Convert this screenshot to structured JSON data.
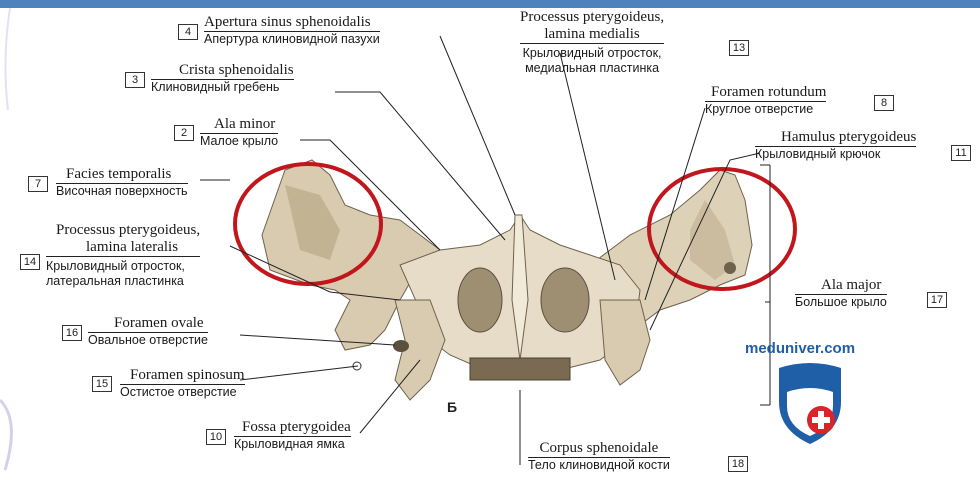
{
  "labels": [
    {
      "id": "4",
      "latin": "Apertura sinus sphenoidalis",
      "russian": "Апертура клиновидной пазухи"
    },
    {
      "id": "3",
      "latin": "Crista sphenoidalis",
      "russian": "Клиновидный гребень"
    },
    {
      "id": "2",
      "latin": "Ala minor",
      "russian": "Малое крыло"
    },
    {
      "id": "7",
      "latin": "Facies temporalis",
      "russian": "Височная поверхность"
    },
    {
      "id": "14",
      "latin": "Processus pterygoideus,",
      "latin2": "lamina lateralis",
      "russian": "Крыловидный отросток,",
      "russian2": "латеральная пластинка"
    },
    {
      "id": "16",
      "latin": "Foramen ovale",
      "russian": "Овальное отверстие"
    },
    {
      "id": "15",
      "latin": "Foramen spinosum",
      "russian": "Остистое отверстие"
    },
    {
      "id": "10",
      "latin": "Fossa pterygoidea",
      "russian": "Крыловидная ямка"
    },
    {
      "id": "13",
      "latin": "Processus pterygoideus,",
      "latin2": "lamina medialis",
      "russian": "Крыловидный отросток,",
      "russian2": "медиальная пластинка"
    },
    {
      "id": "8",
      "latin": "Foramen rotundum",
      "russian": "Круглое отверстие"
    },
    {
      "id": "11",
      "latin": "Hamulus pterygoideus",
      "russian": "Крыловидный крючок"
    },
    {
      "id": "17",
      "latin": "Ala major",
      "russian": "Большое крыло"
    },
    {
      "id": "18",
      "latin": "Corpus sphenoidale",
      "russian": "Тело клиновидной кости"
    }
  ],
  "view_letter": "Б",
  "watermark": "meduniver.com",
  "colors": {
    "topbar": "#4f81bd",
    "bone": "#e3d8c2",
    "bone_shadow": "#8f8068",
    "highlight_circle": "#c0161c",
    "logo_blue": "#1f5fa8",
    "logo_red": "#d9252a"
  }
}
